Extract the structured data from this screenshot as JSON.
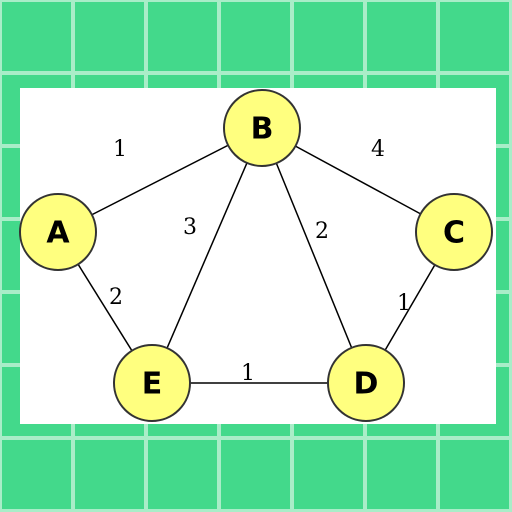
{
  "colors": {
    "background": "#43d98b",
    "grid_line": "#a9edc8",
    "panel": "#ffffff",
    "node_fill": "#ffff7f",
    "node_stroke": "#333333",
    "edge": "#000000"
  },
  "nodes": [
    {
      "id": "A",
      "label": "A"
    },
    {
      "id": "B",
      "label": "B"
    },
    {
      "id": "C",
      "label": "C"
    },
    {
      "id": "D",
      "label": "D"
    },
    {
      "id": "E",
      "label": "E"
    }
  ],
  "edges": [
    {
      "from": "A",
      "to": "B",
      "weight": "1"
    },
    {
      "from": "B",
      "to": "C",
      "weight": "4"
    },
    {
      "from": "B",
      "to": "E",
      "weight": "3"
    },
    {
      "from": "B",
      "to": "D",
      "weight": "2"
    },
    {
      "from": "A",
      "to": "E",
      "weight": "2"
    },
    {
      "from": "C",
      "to": "D",
      "weight": "1"
    },
    {
      "from": "E",
      "to": "D",
      "weight": "1"
    }
  ]
}
